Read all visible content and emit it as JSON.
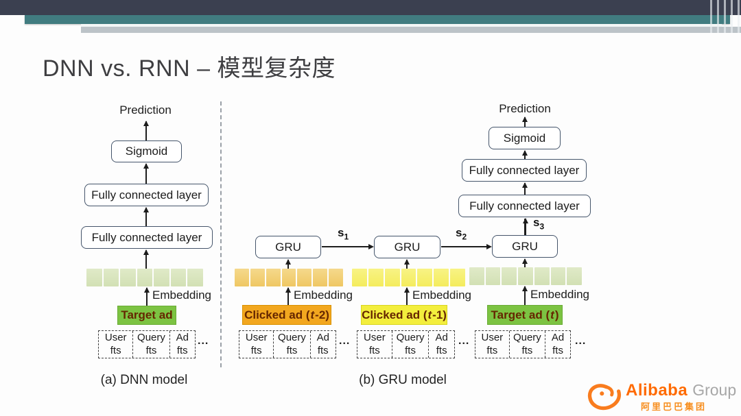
{
  "title": "DNN vs. RNN – 模型复杂度",
  "dnn": {
    "prediction": "Prediction",
    "sigmoid": "Sigmoid",
    "fc_top": "Fully connected layer",
    "fc_bottom": "Fully connected layer",
    "embedding_label": "Embedding",
    "target_ad": "Target ad",
    "caption": "(a) DNN model"
  },
  "gru": {
    "prediction": "Prediction",
    "sigmoid": "Sigmoid",
    "fc_top": "Fully connected layer",
    "fc_bottom": "Fully connected layer",
    "gru_label": "GRU",
    "s1": {
      "base": "s",
      "sub": "1"
    },
    "s2": {
      "base": "s",
      "sub": "2"
    },
    "s3": {
      "base": "s",
      "sub": "3"
    },
    "embedding_label": "Embedding",
    "clicked_t2": {
      "pre": "Clicked ad (",
      "var": "t",
      "post": "-2)"
    },
    "clicked_t1": {
      "pre": "Clicked ad (",
      "var": "t",
      "post": "-1)"
    },
    "target_t": {
      "pre": "Target ad (",
      "var": "t",
      "post": ")"
    },
    "caption": "(b) GRU model"
  },
  "feature_table": {
    "cells": [
      {
        "line1": "User",
        "line2": "fts"
      },
      {
        "line1": "Query",
        "line2": "fts"
      },
      {
        "line1": "Ad",
        "line2": "fts"
      }
    ],
    "ellipsis": "..."
  },
  "logo": {
    "brand": "Alibaba",
    "suffix": "Group",
    "chinese": "阿里巴巴集团"
  },
  "colors": {
    "top_bar_dark": "#3b4050",
    "top_bar_teal": "#417c80",
    "top_bar_gray": "#bcc3c8",
    "node_border": "#44546a",
    "tag_green": "#7cc342",
    "tag_amber": "#f2a71f",
    "tag_yellow": "#f3ee3d",
    "tag_text": "#652600",
    "strip_green": "#d8e4bc",
    "strip_orange": "#f2cf74",
    "strip_yellow": "#f6f070",
    "logo_orange": "#ff6a00"
  }
}
